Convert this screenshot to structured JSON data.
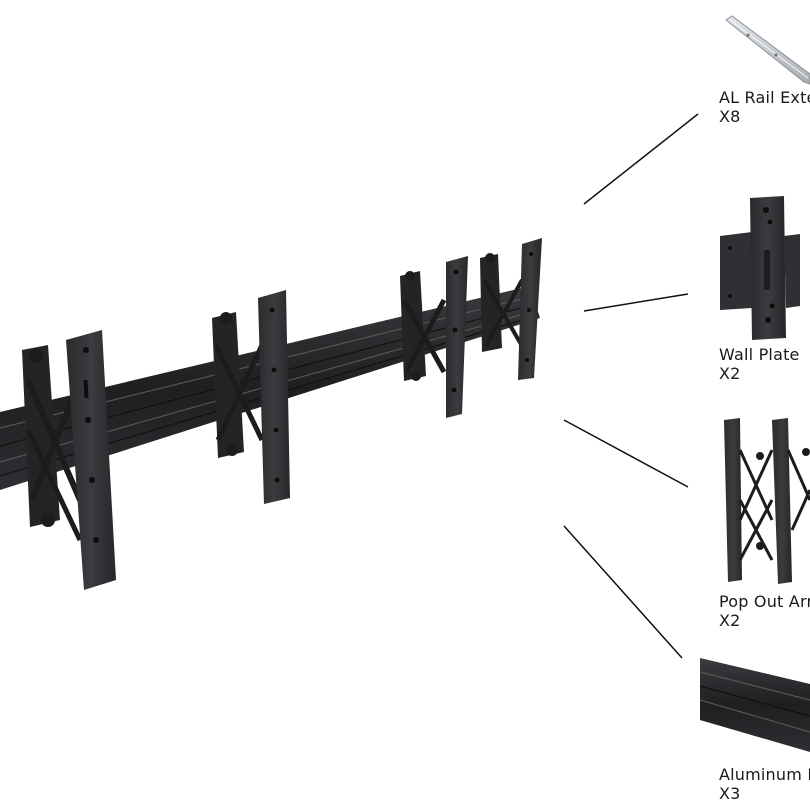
{
  "parts": [
    {
      "name": "AL Rail Exte",
      "qty": "X8"
    },
    {
      "name": "Wall Plate",
      "qty": "X2"
    },
    {
      "name": "Pop Out Arr",
      "qty": "X2"
    },
    {
      "name": "Aluminum R",
      "qty": "X3"
    }
  ],
  "colors": {
    "metal": "#2b2c2e",
    "metal_dark": "#1c1d1f",
    "metal_light": "#45474a",
    "rail_silver": "#c9ccd0",
    "leader_line": "#111111",
    "text": "#1a1a1a"
  }
}
